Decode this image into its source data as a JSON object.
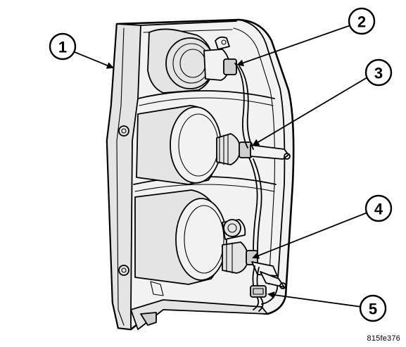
{
  "figure": {
    "code": "815fe376"
  },
  "callouts": [
    {
      "number": "1"
    },
    {
      "number": "2"
    },
    {
      "number": "3"
    },
    {
      "number": "4"
    },
    {
      "number": "5"
    }
  ]
}
